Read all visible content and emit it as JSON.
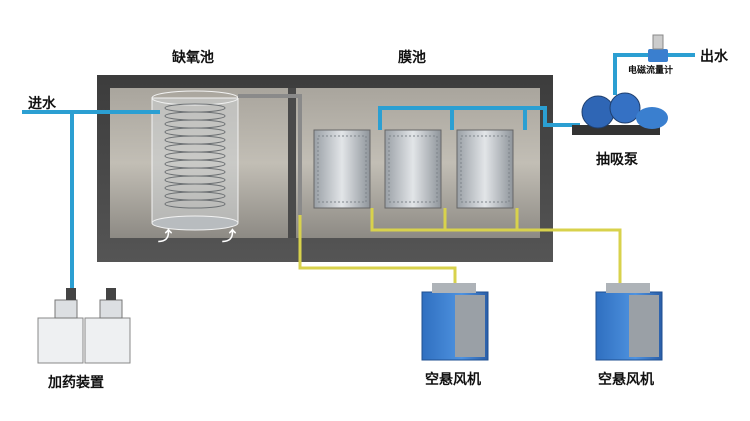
{
  "labels": {
    "anoxic_tank": "缺氧池",
    "membrane_tank": "膜池",
    "inlet": "进水",
    "outlet": "出水",
    "flowmeter": "电磁流量计",
    "suction_pump": "抽吸泵",
    "dosing_device": "加药装置",
    "blower_1": "空悬风机",
    "blower_2": "空悬风机"
  },
  "colors": {
    "water_pipe": "#2b9fd2",
    "air_pipe": "#d8d24c",
    "tank_wall": "#4a4a4a",
    "equipment_blue": "#3a7fcf"
  }
}
